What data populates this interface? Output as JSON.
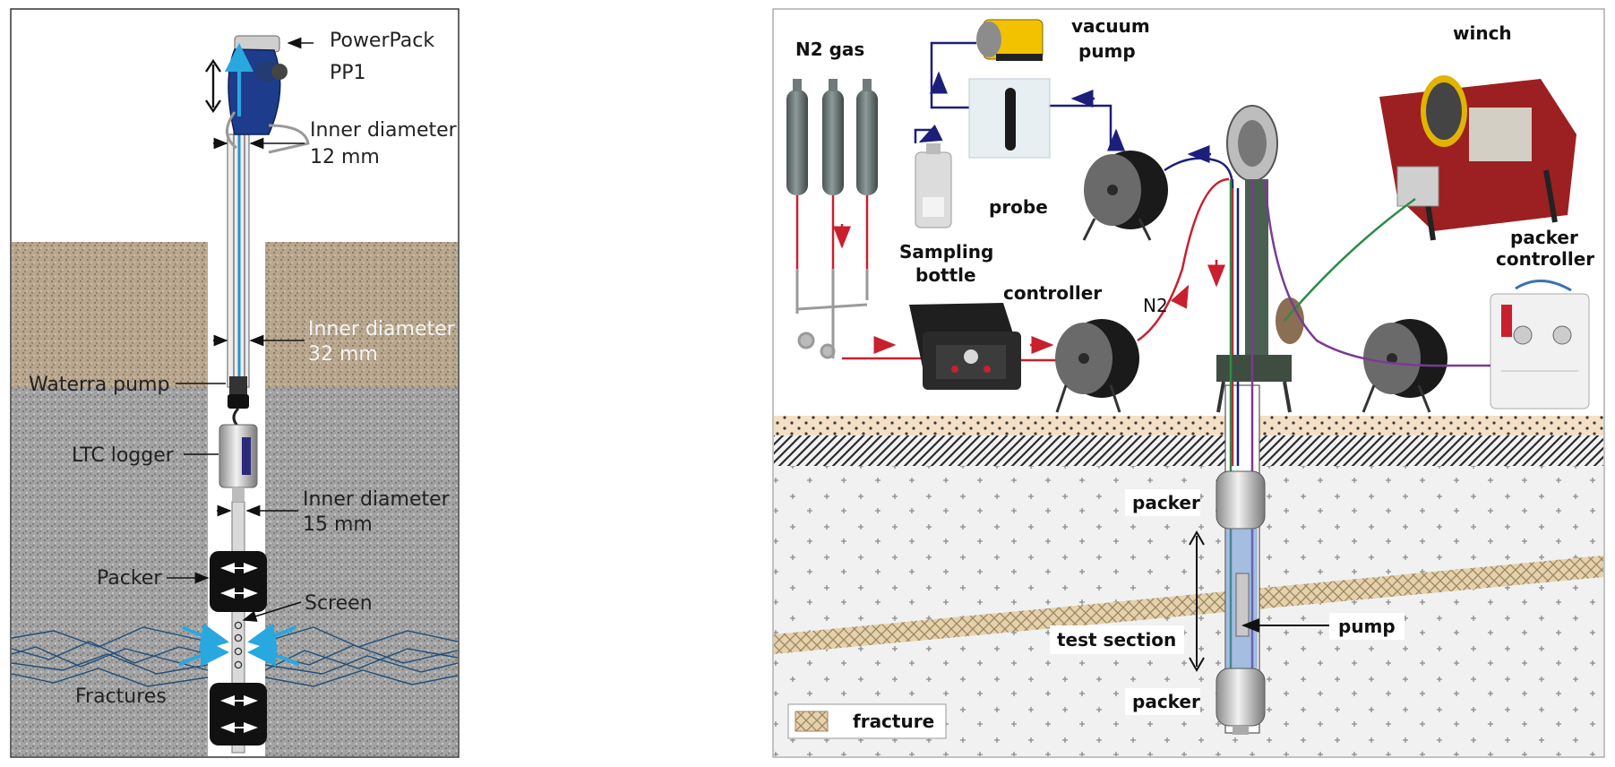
{
  "left_panel": {
    "labels": {
      "powerpack_line1": "PowerPack",
      "powerpack_line2": "PP1",
      "inner_diameter_1_line1": "Inner diameter",
      "inner_diameter_1_line2": "12 mm",
      "inner_diameter_2_line1": "Inner diameter",
      "inner_diameter_2_line2": "32 mm",
      "waterra_pump": "Waterra pump",
      "ltc_logger": "LTC logger",
      "inner_diameter_3_line1": "Inner diameter",
      "inner_diameter_3_line2": "15 mm",
      "packer": "Packer",
      "screen": "Screen",
      "fractures": "Fractures"
    },
    "colors": {
      "soil": "#b6a58c",
      "rock": "#9c9c9c",
      "fracture_lines": "#1f4e78",
      "flow_arrows": "#29a8e0",
      "tube_blue": "#2b8fd4",
      "packer": "#111111"
    }
  },
  "right_panel": {
    "labels": {
      "n2_gas": "N2 gas",
      "vacuum_pump_line1": "vacuum",
      "vacuum_pump_line2": "pump",
      "probe": "probe",
      "sampling_bottle_line1": "Sampling",
      "sampling_bottle_line2": "bottle",
      "controller": "controller",
      "n2": "N2",
      "winch": "winch",
      "packer_controller_line1": "packer",
      "packer_controller_line2": "controller",
      "packer_top": "packer",
      "test_section": "test section",
      "pump": "pump",
      "packer_bottom": "packer",
      "legend_fracture": "fracture"
    },
    "colors": {
      "n2_line": "#c8202e",
      "vacuum_line": "#1b1f7a",
      "green_line": "#2e8b4a",
      "purple_line": "#7a3b93",
      "ground_fill": "#f0f0f0",
      "soil_band": "#f3dcc2",
      "fracture_band": "#d8c4a0"
    }
  }
}
